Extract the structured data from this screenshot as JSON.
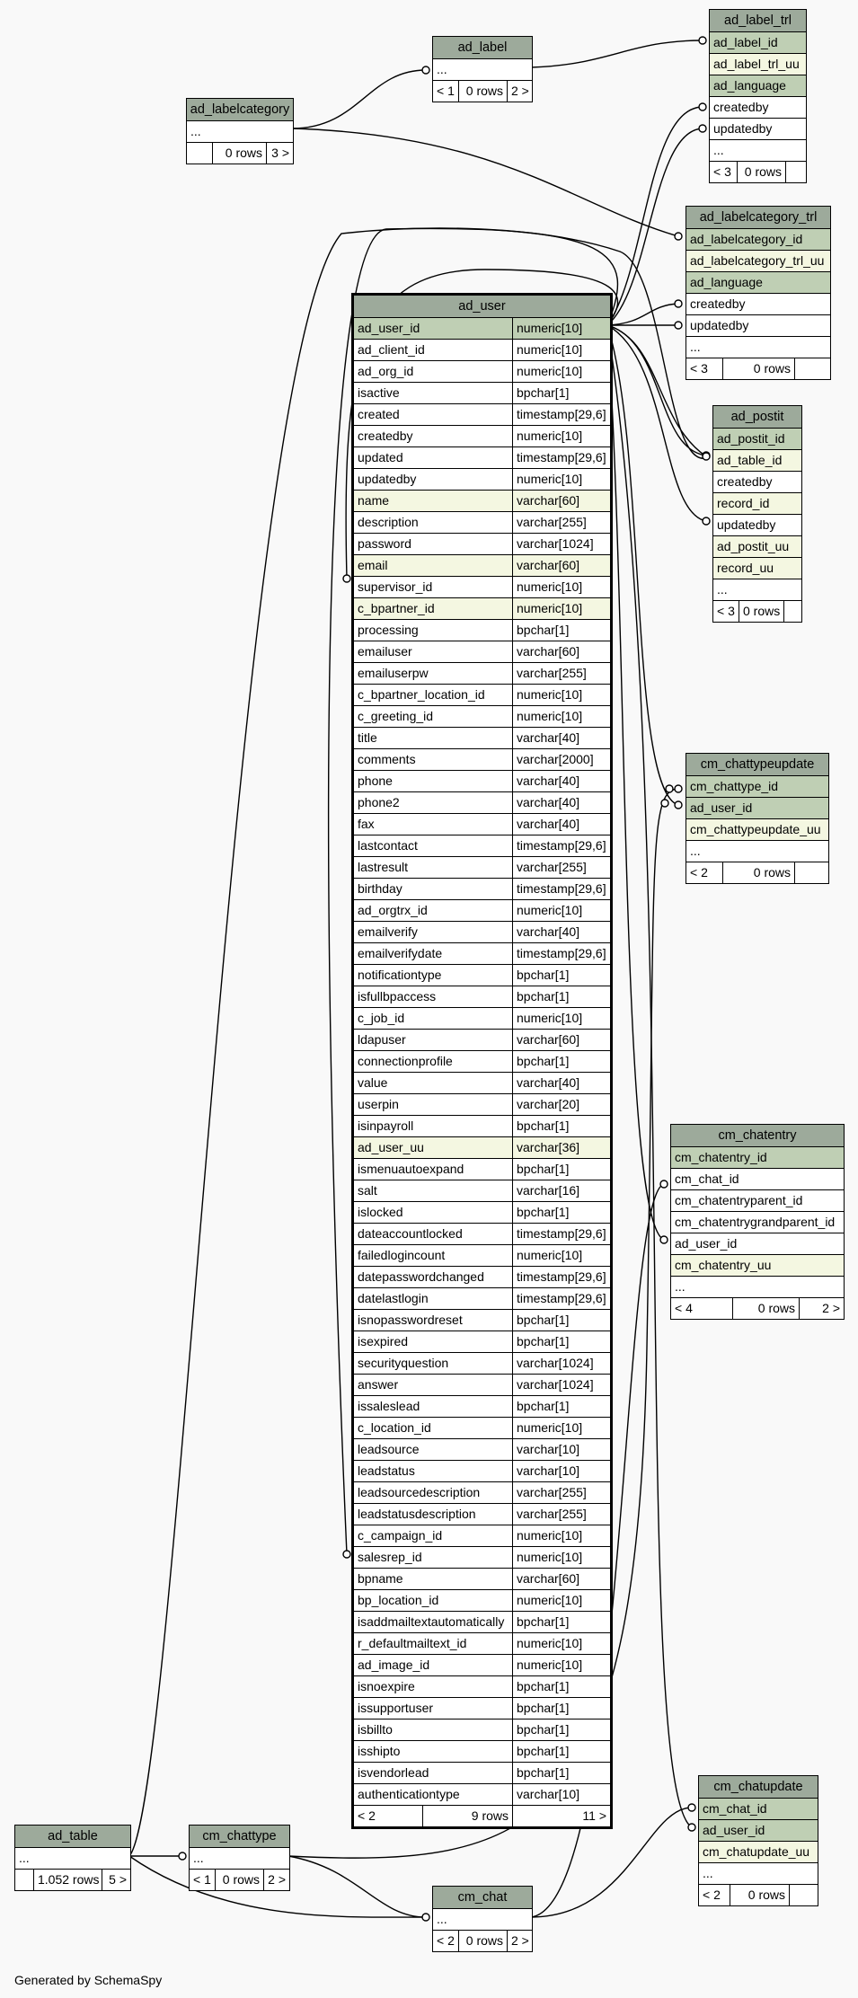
{
  "footer": "Generated by SchemaSpy",
  "tables": [
    {
      "id": "ad_label_trl",
      "name": "ad_label_trl",
      "rows": [
        {
          "col": "ad_label_id",
          "kind": "pk"
        },
        {
          "col": "ad_label_trl_uu",
          "kind": "uk"
        },
        {
          "col": "ad_language",
          "kind": "pk"
        },
        {
          "col": "createdby"
        },
        {
          "col": "updatedby"
        },
        {
          "col": "..."
        }
      ],
      "footer": [
        "< 3",
        "0 rows",
        ""
      ]
    },
    {
      "id": "ad_label",
      "name": "ad_label",
      "rows": [
        {
          "col": "..."
        }
      ],
      "footer": [
        "< 1",
        "0 rows",
        "2 >"
      ]
    },
    {
      "id": "ad_labelcategory",
      "name": "ad_labelcategory",
      "rows": [
        {
          "col": "..."
        }
      ],
      "footer": [
        "",
        "0 rows",
        "3 >"
      ]
    },
    {
      "id": "ad_labelcategory_trl",
      "name": "ad_labelcategory_trl",
      "rows": [
        {
          "col": "ad_labelcategory_id",
          "kind": "pk"
        },
        {
          "col": "ad_labelcategory_trl_uu",
          "kind": "uk"
        },
        {
          "col": "ad_language",
          "kind": "pk"
        },
        {
          "col": "createdby"
        },
        {
          "col": "updatedby"
        },
        {
          "col": "..."
        }
      ],
      "footer": [
        "< 3",
        "0 rows",
        ""
      ]
    },
    {
      "id": "ad_postit",
      "name": "ad_postit",
      "rows": [
        {
          "col": "ad_postit_id",
          "kind": "pk"
        },
        {
          "col": "ad_table_id",
          "kind": "uk"
        },
        {
          "col": "createdby"
        },
        {
          "col": "record_id",
          "kind": "uk"
        },
        {
          "col": "updatedby"
        },
        {
          "col": "ad_postit_uu",
          "kind": "uk"
        },
        {
          "col": "record_uu",
          "kind": "uk"
        },
        {
          "col": "..."
        }
      ],
      "footer": [
        "< 3",
        "0 rows",
        ""
      ]
    },
    {
      "id": "cm_chattypeupdate",
      "name": "cm_chattypeupdate",
      "rows": [
        {
          "col": "cm_chattype_id",
          "kind": "pk"
        },
        {
          "col": "ad_user_id",
          "kind": "pk"
        },
        {
          "col": "cm_chattypeupdate_uu",
          "kind": "uk"
        },
        {
          "col": "..."
        }
      ],
      "footer": [
        "< 2",
        "0 rows",
        ""
      ]
    },
    {
      "id": "cm_chatentry",
      "name": "cm_chatentry",
      "rows": [
        {
          "col": "cm_chatentry_id",
          "kind": "pk"
        },
        {
          "col": "cm_chat_id"
        },
        {
          "col": "cm_chatentryparent_id"
        },
        {
          "col": "cm_chatentrygrandparent_id"
        },
        {
          "col": "ad_user_id"
        },
        {
          "col": "cm_chatentry_uu",
          "kind": "uk"
        },
        {
          "col": "..."
        }
      ],
      "footer": [
        "< 4",
        "0 rows",
        "2 >"
      ]
    },
    {
      "id": "cm_chatupdate",
      "name": "cm_chatupdate",
      "rows": [
        {
          "col": "cm_chat_id",
          "kind": "pk"
        },
        {
          "col": "ad_user_id",
          "kind": "pk"
        },
        {
          "col": "cm_chatupdate_uu",
          "kind": "uk"
        },
        {
          "col": "..."
        }
      ],
      "footer": [
        "< 2",
        "0 rows",
        ""
      ]
    },
    {
      "id": "ad_table",
      "name": "ad_table",
      "rows": [
        {
          "col": "..."
        }
      ],
      "footer": [
        "",
        "1.052 rows",
        "5 >"
      ]
    },
    {
      "id": "cm_chattype",
      "name": "cm_chattype",
      "rows": [
        {
          "col": "..."
        }
      ],
      "footer": [
        "< 1",
        "0 rows",
        "2 >"
      ]
    },
    {
      "id": "cm_chat",
      "name": "cm_chat",
      "rows": [
        {
          "col": "..."
        }
      ],
      "footer": [
        "< 2",
        "0 rows",
        "2 >"
      ]
    },
    {
      "id": "ad_user",
      "name": "ad_user",
      "rows": [
        {
          "col": "ad_user_id",
          "type": "numeric[10]",
          "kind": "pk"
        },
        {
          "col": "ad_client_id",
          "type": "numeric[10]"
        },
        {
          "col": "ad_org_id",
          "type": "numeric[10]"
        },
        {
          "col": "isactive",
          "type": "bpchar[1]"
        },
        {
          "col": "created",
          "type": "timestamp[29,6]"
        },
        {
          "col": "createdby",
          "type": "numeric[10]"
        },
        {
          "col": "updated",
          "type": "timestamp[29,6]"
        },
        {
          "col": "updatedby",
          "type": "numeric[10]"
        },
        {
          "col": "name",
          "type": "varchar[60]",
          "kind": "uk"
        },
        {
          "col": "description",
          "type": "varchar[255]"
        },
        {
          "col": "password",
          "type": "varchar[1024]"
        },
        {
          "col": "email",
          "type": "varchar[60]",
          "kind": "uk"
        },
        {
          "col": "supervisor_id",
          "type": "numeric[10]"
        },
        {
          "col": "c_bpartner_id",
          "type": "numeric[10]",
          "kind": "uk"
        },
        {
          "col": "processing",
          "type": "bpchar[1]"
        },
        {
          "col": "emailuser",
          "type": "varchar[60]"
        },
        {
          "col": "emailuserpw",
          "type": "varchar[255]"
        },
        {
          "col": "c_bpartner_location_id",
          "type": "numeric[10]"
        },
        {
          "col": "c_greeting_id",
          "type": "numeric[10]"
        },
        {
          "col": "title",
          "type": "varchar[40]"
        },
        {
          "col": "comments",
          "type": "varchar[2000]"
        },
        {
          "col": "phone",
          "type": "varchar[40]"
        },
        {
          "col": "phone2",
          "type": "varchar[40]"
        },
        {
          "col": "fax",
          "type": "varchar[40]"
        },
        {
          "col": "lastcontact",
          "type": "timestamp[29,6]"
        },
        {
          "col": "lastresult",
          "type": "varchar[255]"
        },
        {
          "col": "birthday",
          "type": "timestamp[29,6]"
        },
        {
          "col": "ad_orgtrx_id",
          "type": "numeric[10]"
        },
        {
          "col": "emailverify",
          "type": "varchar[40]"
        },
        {
          "col": "emailverifydate",
          "type": "timestamp[29,6]"
        },
        {
          "col": "notificationtype",
          "type": "bpchar[1]"
        },
        {
          "col": "isfullbpaccess",
          "type": "bpchar[1]"
        },
        {
          "col": "c_job_id",
          "type": "numeric[10]"
        },
        {
          "col": "ldapuser",
          "type": "varchar[60]"
        },
        {
          "col": "connectionprofile",
          "type": "bpchar[1]"
        },
        {
          "col": "value",
          "type": "varchar[40]"
        },
        {
          "col": "userpin",
          "type": "varchar[20]"
        },
        {
          "col": "isinpayroll",
          "type": "bpchar[1]"
        },
        {
          "col": "ad_user_uu",
          "type": "varchar[36]",
          "kind": "uk"
        },
        {
          "col": "ismenuautoexpand",
          "type": "bpchar[1]"
        },
        {
          "col": "salt",
          "type": "varchar[16]"
        },
        {
          "col": "islocked",
          "type": "bpchar[1]"
        },
        {
          "col": "dateaccountlocked",
          "type": "timestamp[29,6]"
        },
        {
          "col": "failedlogincount",
          "type": "numeric[10]"
        },
        {
          "col": "datepasswordchanged",
          "type": "timestamp[29,6]"
        },
        {
          "col": "datelastlogin",
          "type": "timestamp[29,6]"
        },
        {
          "col": "isnopasswordreset",
          "type": "bpchar[1]"
        },
        {
          "col": "isexpired",
          "type": "bpchar[1]"
        },
        {
          "col": "securityquestion",
          "type": "varchar[1024]"
        },
        {
          "col": "answer",
          "type": "varchar[1024]"
        },
        {
          "col": "issaleslead",
          "type": "bpchar[1]"
        },
        {
          "col": "c_location_id",
          "type": "numeric[10]"
        },
        {
          "col": "leadsource",
          "type": "varchar[10]"
        },
        {
          "col": "leadstatus",
          "type": "varchar[10]"
        },
        {
          "col": "leadsourcedescription",
          "type": "varchar[255]"
        },
        {
          "col": "leadstatusdescription",
          "type": "varchar[255]"
        },
        {
          "col": "c_campaign_id",
          "type": "numeric[10]"
        },
        {
          "col": "salesrep_id",
          "type": "numeric[10]"
        },
        {
          "col": "bpname",
          "type": "varchar[60]"
        },
        {
          "col": "bp_location_id",
          "type": "numeric[10]"
        },
        {
          "col": "isaddmailtextautomatically",
          "type": "bpchar[1]"
        },
        {
          "col": "r_defaultmailtext_id",
          "type": "numeric[10]"
        },
        {
          "col": "ad_image_id",
          "type": "numeric[10]"
        },
        {
          "col": "isnoexpire",
          "type": "bpchar[1]"
        },
        {
          "col": "issupportuser",
          "type": "bpchar[1]"
        },
        {
          "col": "isbillto",
          "type": "bpchar[1]"
        },
        {
          "col": "isshipto",
          "type": "bpchar[1]"
        },
        {
          "col": "isvendorlead",
          "type": "bpchar[1]"
        },
        {
          "col": "authenticationtype",
          "type": "varchar[10]"
        }
      ],
      "footer": [
        "< 2",
        "9 rows",
        "11 >"
      ]
    }
  ]
}
